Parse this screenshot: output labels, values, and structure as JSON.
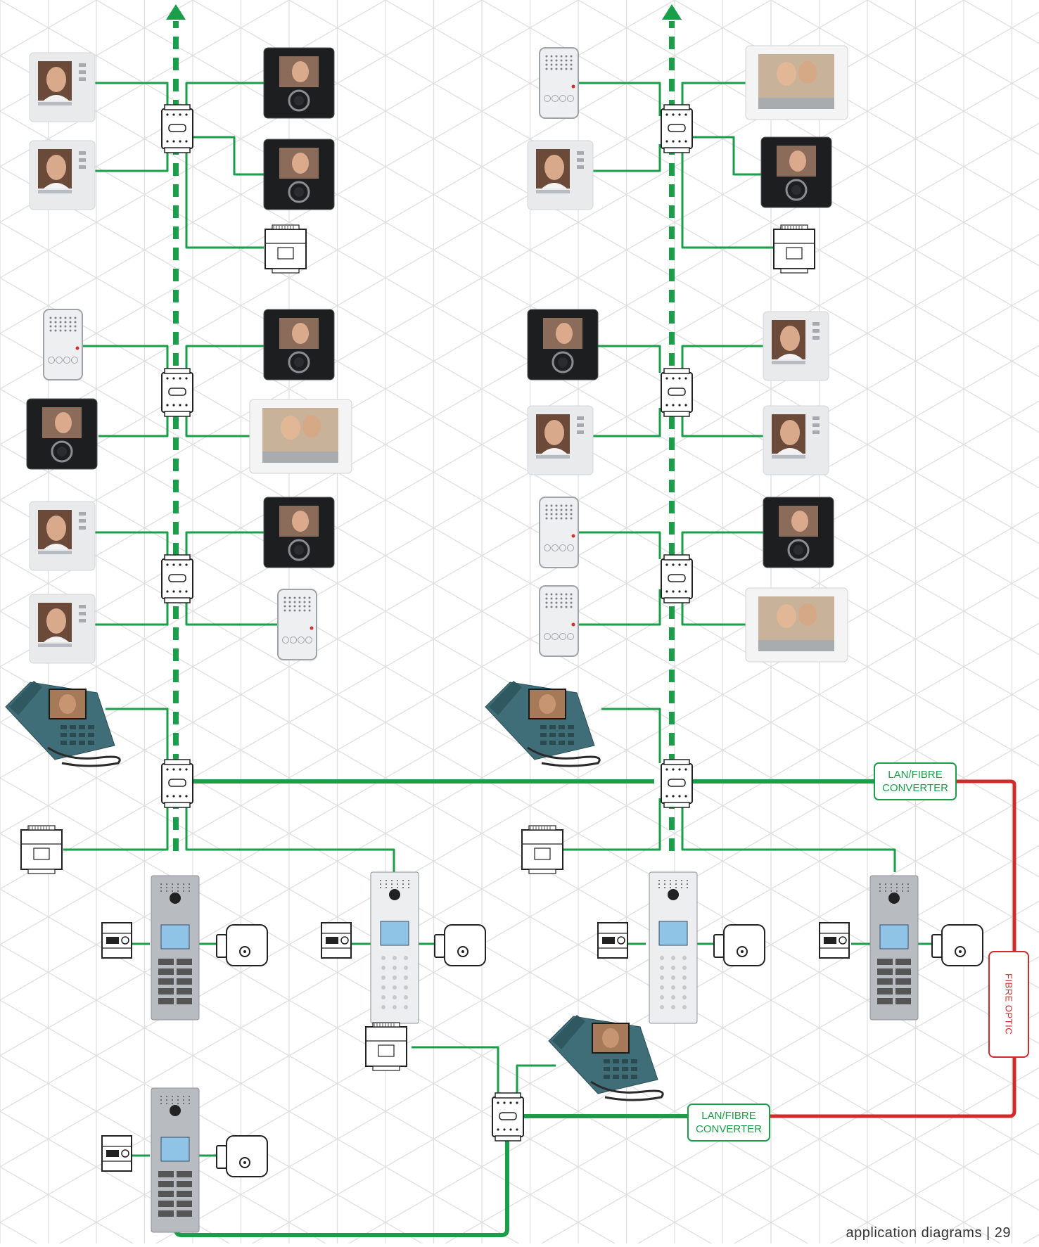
{
  "labels": {
    "converter_top_line1": "LAN/FIBRE",
    "converter_top_line2": "CONVERTER",
    "converter_bottom_line1": "LAN/FIBRE",
    "converter_bottom_line2": "CONVERTER",
    "fibre_optic": "FIBRE OPTIC"
  },
  "footer": {
    "text": "application diagrams | 29"
  },
  "colors": {
    "lan_line": "#1a9e4a",
    "fibre_line": "#d02a2a",
    "grid": "#dcdcdc"
  },
  "device_icons": [
    "white-videophone",
    "black-videophone",
    "wide-videophone",
    "audio-handset",
    "desk-videophone",
    "network-switch",
    "power-supply",
    "relay-module",
    "door-lock",
    "entrance-panel"
  ]
}
